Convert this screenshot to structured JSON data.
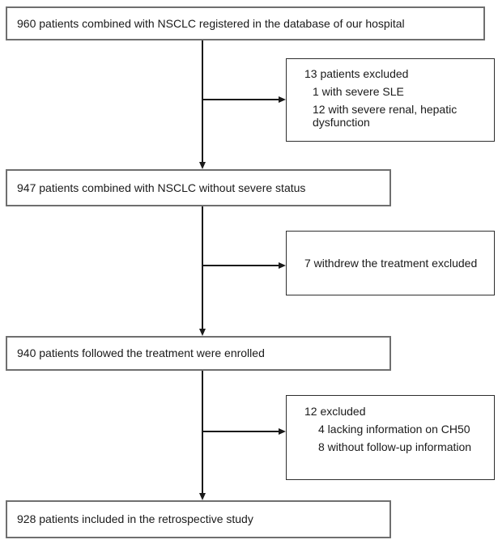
{
  "diagram": {
    "type": "patient-flow-chart",
    "main_boxes": [
      {
        "text": "960 patients combined with NSCLC registered in the database of our hospital"
      },
      {
        "text": "947 patients combined with NSCLC without severe status"
      },
      {
        "text": "940 patients followed the treatment were enrolled"
      },
      {
        "text": "928 patients included in the retrospective study"
      }
    ],
    "side_boxes": [
      {
        "title": "13 patients excluded",
        "items": [
          "1 with severe SLE",
          "12 with severe renal, hepatic dysfunction"
        ]
      },
      {
        "title": "7 withdrew the treatment excluded",
        "items": []
      },
      {
        "title": "12 excluded",
        "items": [
          "4 lacking information on CH50",
          "8 without follow-up information"
        ]
      }
    ],
    "colors": {
      "main_border": "#6f6f6f",
      "side_border": "#2e2e2e",
      "line": "#1a1a1a",
      "text": "#1a1a1a",
      "background": "#ffffff"
    }
  }
}
